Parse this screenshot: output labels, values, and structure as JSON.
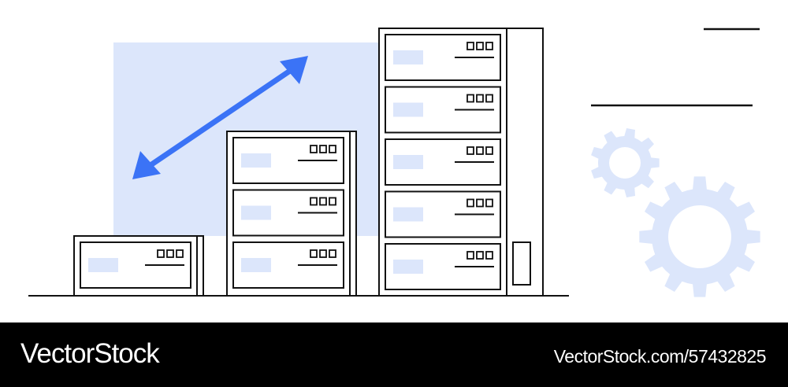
{
  "colors": {
    "accent": "#3b73f6",
    "light_fill": "#dce6fb",
    "stroke": "#111111",
    "footer_bg": "#000000",
    "footer_text": "#ffffff"
  },
  "illustration": {
    "server_stacks": [
      {
        "units": 1
      },
      {
        "units": 3
      },
      {
        "units": 5
      }
    ],
    "arrow": "double-headed-diagonal-arrow",
    "gears": [
      "small-gear-icon",
      "large-gear-icon"
    ],
    "text_lines": 2
  },
  "footer": {
    "brand": "VectorStock",
    "reference": "VectorStock.com/57432825"
  }
}
